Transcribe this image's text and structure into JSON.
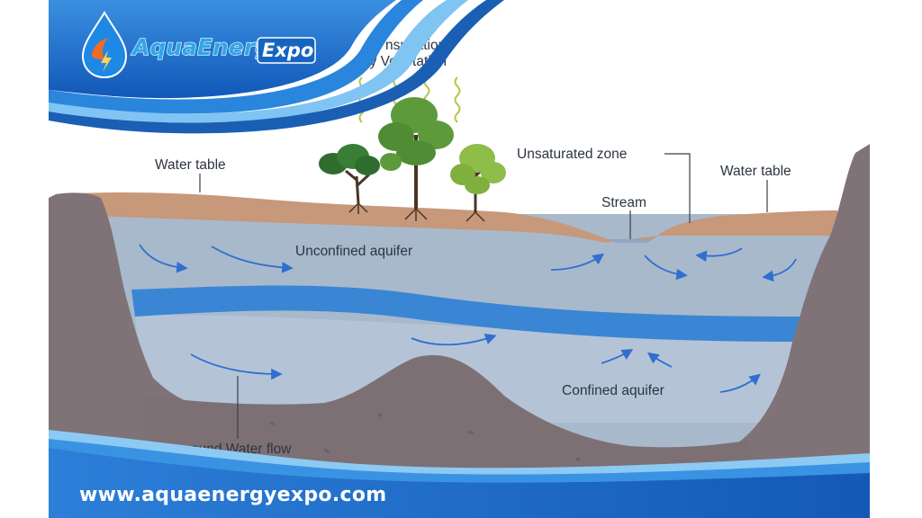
{
  "brand": {
    "name_part1": "AquaEnergy",
    "name_part2": "Expo",
    "website": "www.aquaenergyexpo.com"
  },
  "labels": {
    "transpiration_line1": "nspiration",
    "transpiration_line2": "by Vegetation",
    "water_table_left": "Water table",
    "water_table_right": "Water table",
    "unsaturated_zone": "Unsaturated zone",
    "stream": "Stream",
    "unconfined_aquifer": "Unconfined aquifer",
    "confined_aquifer": "Confined aquifer",
    "ground_water_flow": "ound Water flow"
  },
  "colors": {
    "brand_blue": "#1565c0",
    "soil": "#c7987a",
    "rock": "#7f7378",
    "aquifer": "#a8b9cc",
    "confining_layer": "#3a86d4",
    "flow_arrow": "#2f6fd0"
  }
}
